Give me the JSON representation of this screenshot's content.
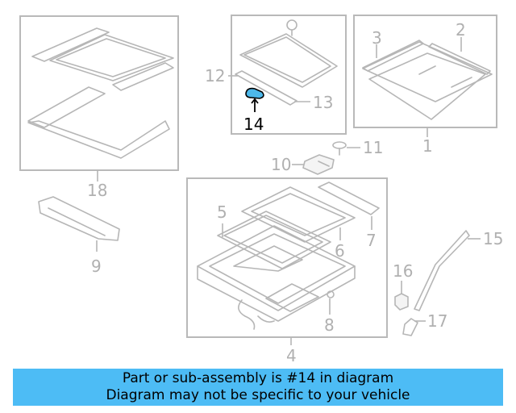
{
  "callouts": {
    "c1": "1",
    "c2": "2",
    "c3": "3",
    "c4": "4",
    "c5": "5",
    "c6": "6",
    "c7": "7",
    "c8": "8",
    "c9": "9",
    "c10": "10",
    "c11": "11",
    "c12": "12",
    "c13": "13",
    "c14": "14",
    "c15": "15",
    "c16": "16",
    "c17": "17",
    "c18": "18"
  },
  "highlighted_part": "14",
  "colors": {
    "banner": "#4dbcf5",
    "highlight": "#4db8ea",
    "parts": "#b6b6b6"
  },
  "banner": {
    "line1": "Part or sub-assembly is #14 in diagram",
    "line2": "Diagram may not be specific to your vehicle"
  }
}
